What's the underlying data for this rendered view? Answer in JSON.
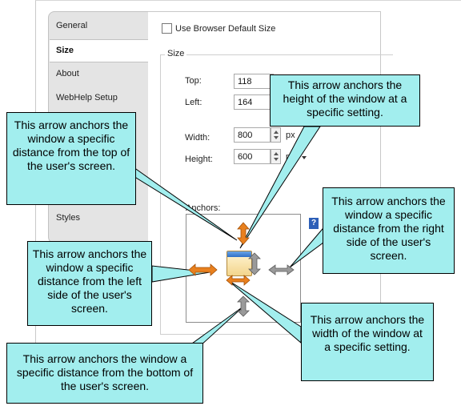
{
  "sidebar": {
    "items": [
      {
        "label": "General"
      },
      {
        "label": "Size"
      },
      {
        "label": "About"
      },
      {
        "label": "WebHelp Setup"
      },
      {
        "label": "Styles"
      }
    ]
  },
  "settings": {
    "use_default_label": "Use Browser Default Size",
    "size_group_label": "Size",
    "top_label": "Top:",
    "top_value": "118",
    "left_label": "Left:",
    "left_value": "164",
    "width_label": "Width:",
    "width_value": "800",
    "width_unit": "px",
    "height_label": "Height:",
    "height_value": "600",
    "height_unit": "px",
    "anchors_label": "Anchors:",
    "help_glyph": "?"
  },
  "callouts": {
    "top_distance": "This arrow anchors the window a specific distance from the top of the user's screen.",
    "height_setting": "This arrow anchors the height of the window at a specific setting.",
    "right_distance": "This arrow anchors the window a specific distance from the right side of the user's screen.",
    "left_distance": "This arrow anchors the window a specific distance from the left side of the user's screen.",
    "width_setting": "This arrow anchors the width of the window at a specific setting.",
    "bottom_distance": "This arrow anchors the window a specific distance from the bottom of the user's screen."
  },
  "colors": {
    "callout_fill": "#a2eeee",
    "orange_arrow": "#e8801e",
    "gray_arrow": "#9a9a9a"
  }
}
